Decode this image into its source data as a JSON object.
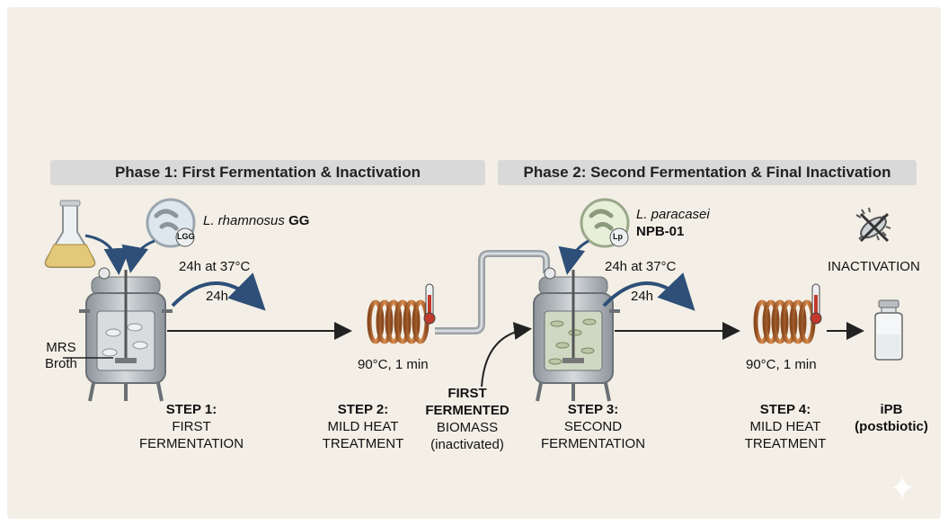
{
  "phase1": {
    "title": "Phase 1: First Fermentation & Inactivation"
  },
  "phase2": {
    "title": "Phase 2: Second Fermentation & Final Inactivation"
  },
  "strain1": {
    "italic": "L. rhamnosus",
    "bold": "GG",
    "badge": "LGG"
  },
  "strain2": {
    "italic": "L. paracasei",
    "bold": "NPB-01",
    "badge": "Lp"
  },
  "medium": {
    "line1": "MRS",
    "line2": "Broth"
  },
  "ferment1": {
    "condition": "24h at 37°C",
    "duration": "24h"
  },
  "ferment2": {
    "condition": "24h at 37°C",
    "duration": "24h"
  },
  "heat1": {
    "condition": "90°C, 1 min"
  },
  "heat2": {
    "condition": "90°C, 1 min"
  },
  "inactivation": {
    "label": "INACTIVATION"
  },
  "step1": {
    "title": "STEP 1:",
    "line1": "FIRST",
    "line2": "FERMENTATION"
  },
  "step2": {
    "title": "STEP 2:",
    "line1": "MILD HEAT",
    "line2": "TREATMENT"
  },
  "biomass": {
    "line1": "FIRST",
    "line2": "FERMENTED",
    "line3": "BIOMASS",
    "line4": "(inactivated)"
  },
  "step3": {
    "title": "STEP 3:",
    "line1": "SECOND",
    "line2": "FERMENTATION"
  },
  "step4": {
    "title": "STEP 4:",
    "line1": "MILD HEAT",
    "line2": "TREATMENT"
  },
  "product": {
    "line1": "iPB",
    "line2": "(postbiotic)"
  },
  "colors": {
    "copper": "#b5652e",
    "steel": "#a7adb2",
    "phase_bar": "#d9d9d9",
    "background": "#f3efe6",
    "broth": "#e3c77a",
    "arrow_blue": "#2d4f78"
  }
}
